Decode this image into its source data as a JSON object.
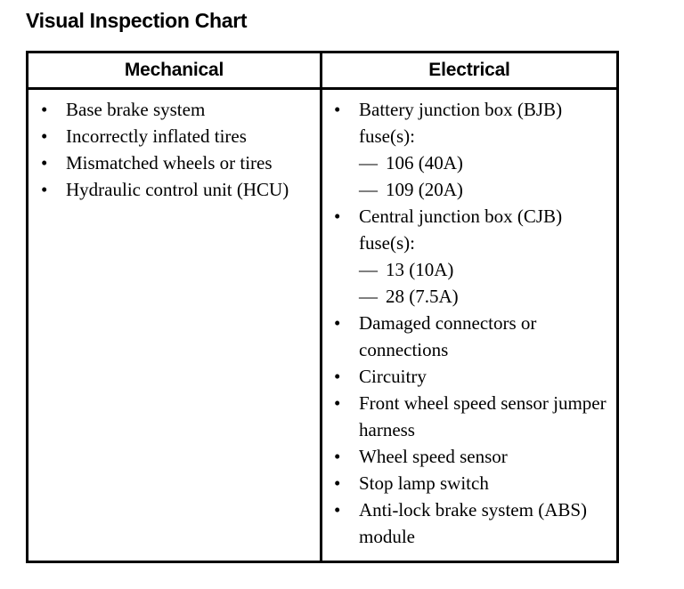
{
  "page": {
    "title": "Visual Inspection Chart",
    "background_color": "#ffffff",
    "text_color": "#000000",
    "border_color": "#000000"
  },
  "table": {
    "columns": [
      {
        "key": "mechanical",
        "header": "Mechanical",
        "items": [
          {
            "bullet": "•",
            "text": "Base brake system"
          },
          {
            "bullet": "•",
            "text": "Incorrectly inflated tires"
          },
          {
            "bullet": "•",
            "text": "Mismatched wheels or tires"
          },
          {
            "bullet": "•",
            "text": "Hydraulic control unit (HCU)"
          }
        ]
      },
      {
        "key": "electrical",
        "header": "Electrical",
        "items": [
          {
            "bullet": "•",
            "text": "Battery junction box (BJB) fuse(s):",
            "subitems": [
              {
                "dash": "—",
                "text": "106 (40A)"
              },
              {
                "dash": "—",
                "text": "109 (20A)"
              }
            ]
          },
          {
            "bullet": "•",
            "text": "Central junction box (CJB) fuse(s):",
            "subitems": [
              {
                "dash": "—",
                "text": "13 (10A)"
              },
              {
                "dash": "—",
                "text": "28 (7.5A)"
              }
            ]
          },
          {
            "bullet": "•",
            "text": "Damaged connectors or connections"
          },
          {
            "bullet": "•",
            "text": "Circuitry"
          },
          {
            "bullet": "•",
            "text": "Front wheel speed sensor jumper harness"
          },
          {
            "bullet": "•",
            "text": "Wheel speed sensor"
          },
          {
            "bullet": "•",
            "text": "Stop lamp switch"
          },
          {
            "bullet": "•",
            "text": "Anti-lock brake system (ABS) module"
          }
        ]
      }
    ]
  }
}
